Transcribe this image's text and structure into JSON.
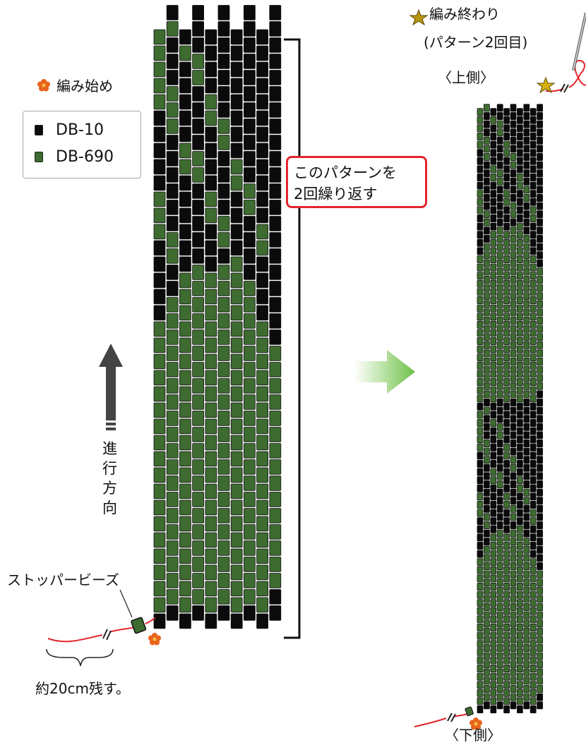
{
  "colors": {
    "black_bead": "#0b0b0b",
    "green_bead": "#3d6b30",
    "thread": "#e3262e",
    "callout_border": "#e3262e",
    "arrow_green": "#7cc45a",
    "star": "#b8960c",
    "flower": "#e8641c"
  },
  "labels": {
    "start": "編み始め",
    "end_line1": "編み終わり",
    "end_line2": "(パターン2回目)",
    "top_side": "〈上側〉",
    "bottom_side": "〈下側〉",
    "callout_line1": "このパターンを",
    "callout_line2": "2回繰り返す",
    "direction": [
      "進",
      "行",
      "方",
      "向"
    ],
    "stopper": "ストッパービーズ",
    "tail": "約20cm残す。"
  },
  "legend": [
    {
      "name": "DB-10",
      "color": "#0b0b0b"
    },
    {
      "name": "DB-690",
      "color": "#3d6b30"
    }
  ],
  "pattern": {
    "columns": 10,
    "rows_per_column": [
      37,
      38,
      37,
      38,
      37,
      38,
      37,
      38,
      37,
      38
    ],
    "offset_columns": [
      1,
      3,
      5,
      7,
      9
    ],
    "green_cells": [
      [
        0,
        1
      ],
      [
        0,
        2
      ],
      [
        0,
        3
      ],
      [
        0,
        4
      ],
      [
        0,
        5
      ],
      [
        0,
        6
      ],
      [
        0,
        7
      ],
      [
        0,
        8
      ],
      [
        0,
        9
      ],
      [
        0,
        10
      ],
      [
        0,
        11
      ],
      [
        0,
        12
      ],
      [
        0,
        13
      ],
      [
        0,
        14
      ],
      [
        0,
        15
      ],
      [
        0,
        16
      ],
      [
        0,
        17
      ],
      [
        0,
        18
      ],
      [
        0,
        24
      ],
      [
        0,
        25
      ],
      [
        0,
        26
      ],
      [
        1,
        1
      ],
      [
        1,
        2
      ],
      [
        1,
        3
      ],
      [
        1,
        4
      ],
      [
        1,
        5
      ],
      [
        1,
        6
      ],
      [
        1,
        7
      ],
      [
        1,
        8
      ],
      [
        1,
        9
      ],
      [
        1,
        10
      ],
      [
        1,
        11
      ],
      [
        1,
        12
      ],
      [
        1,
        13
      ],
      [
        1,
        14
      ],
      [
        1,
        15
      ],
      [
        1,
        16
      ],
      [
        1,
        17
      ],
      [
        1,
        18
      ],
      [
        1,
        19
      ],
      [
        1,
        22
      ],
      [
        1,
        23
      ],
      [
        2,
        1
      ],
      [
        2,
        2
      ],
      [
        2,
        3
      ],
      [
        2,
        4
      ],
      [
        2,
        5
      ],
      [
        2,
        6
      ],
      [
        2,
        7
      ],
      [
        2,
        8
      ],
      [
        2,
        9
      ],
      [
        2,
        10
      ],
      [
        2,
        11
      ],
      [
        2,
        12
      ],
      [
        2,
        13
      ],
      [
        2,
        14
      ],
      [
        2,
        15
      ],
      [
        2,
        16
      ],
      [
        2,
        17
      ],
      [
        2,
        18
      ],
      [
        2,
        19
      ],
      [
        2,
        20
      ],
      [
        2,
        21
      ],
      [
        3,
        1
      ],
      [
        3,
        2
      ],
      [
        3,
        3
      ],
      [
        3,
        4
      ],
      [
        3,
        5
      ],
      [
        3,
        6
      ],
      [
        3,
        7
      ],
      [
        3,
        8
      ],
      [
        3,
        9
      ],
      [
        3,
        10
      ],
      [
        3,
        11
      ],
      [
        3,
        12
      ],
      [
        3,
        13
      ],
      [
        3,
        14
      ],
      [
        3,
        15
      ],
      [
        3,
        16
      ],
      [
        3,
        17
      ],
      [
        3,
        18
      ],
      [
        3,
        19
      ],
      [
        3,
        20
      ],
      [
        3,
        21
      ],
      [
        4,
        1
      ],
      [
        4,
        2
      ],
      [
        4,
        3
      ],
      [
        4,
        4
      ],
      [
        4,
        5
      ],
      [
        4,
        6
      ],
      [
        4,
        7
      ],
      [
        4,
        8
      ],
      [
        4,
        9
      ],
      [
        4,
        10
      ],
      [
        4,
        11
      ],
      [
        4,
        12
      ],
      [
        4,
        13
      ],
      [
        4,
        14
      ],
      [
        4,
        15
      ],
      [
        4,
        16
      ],
      [
        4,
        17
      ],
      [
        4,
        18
      ],
      [
        4,
        19
      ],
      [
        4,
        20
      ],
      [
        4,
        21
      ],
      [
        5,
        1
      ],
      [
        5,
        2
      ],
      [
        5,
        3
      ],
      [
        5,
        4
      ],
      [
        5,
        5
      ],
      [
        5,
        6
      ],
      [
        5,
        7
      ],
      [
        5,
        8
      ],
      [
        5,
        9
      ],
      [
        5,
        10
      ],
      [
        5,
        11
      ],
      [
        5,
        12
      ],
      [
        5,
        13
      ],
      [
        5,
        14
      ],
      [
        5,
        15
      ],
      [
        5,
        16
      ],
      [
        5,
        17
      ],
      [
        5,
        18
      ],
      [
        5,
        19
      ],
      [
        5,
        20
      ],
      [
        5,
        21
      ],
      [
        6,
        1
      ],
      [
        6,
        2
      ],
      [
        6,
        3
      ],
      [
        6,
        4
      ],
      [
        6,
        5
      ],
      [
        6,
        6
      ],
      [
        6,
        7
      ],
      [
        6,
        8
      ],
      [
        6,
        9
      ],
      [
        6,
        10
      ],
      [
        6,
        11
      ],
      [
        6,
        12
      ],
      [
        6,
        13
      ],
      [
        6,
        14
      ],
      [
        6,
        15
      ],
      [
        6,
        16
      ],
      [
        6,
        17
      ],
      [
        6,
        18
      ],
      [
        6,
        19
      ],
      [
        6,
        20
      ],
      [
        7,
        1
      ],
      [
        7,
        2
      ],
      [
        7,
        3
      ],
      [
        7,
        4
      ],
      [
        7,
        5
      ],
      [
        7,
        6
      ],
      [
        7,
        7
      ],
      [
        7,
        8
      ],
      [
        7,
        9
      ],
      [
        7,
        10
      ],
      [
        7,
        11
      ],
      [
        7,
        12
      ],
      [
        7,
        13
      ],
      [
        7,
        14
      ],
      [
        7,
        15
      ],
      [
        7,
        16
      ],
      [
        7,
        17
      ],
      [
        7,
        18
      ],
      [
        7,
        19
      ],
      [
        8,
        1
      ],
      [
        8,
        2
      ],
      [
        8,
        3
      ],
      [
        8,
        4
      ],
      [
        8,
        5
      ],
      [
        8,
        6
      ],
      [
        8,
        7
      ],
      [
        8,
        8
      ],
      [
        8,
        9
      ],
      [
        8,
        10
      ],
      [
        8,
        11
      ],
      [
        8,
        12
      ],
      [
        8,
        13
      ],
      [
        8,
        14
      ],
      [
        8,
        15
      ],
      [
        8,
        16
      ],
      [
        8,
        17
      ],
      [
        8,
        18
      ],
      [
        9,
        2
      ],
      [
        9,
        3
      ],
      [
        9,
        4
      ],
      [
        9,
        5
      ],
      [
        9,
        6
      ],
      [
        9,
        7
      ],
      [
        9,
        8
      ],
      [
        9,
        9
      ],
      [
        9,
        10
      ],
      [
        9,
        11
      ],
      [
        9,
        12
      ],
      [
        9,
        13
      ],
      [
        9,
        14
      ],
      [
        9,
        15
      ],
      [
        9,
        16
      ],
      [
        0,
        32
      ],
      [
        0,
        33
      ],
      [
        0,
        34
      ],
      [
        0,
        35
      ],
      [
        0,
        36
      ],
      [
        1,
        30
      ],
      [
        1,
        31
      ],
      [
        1,
        32
      ],
      [
        2,
        28
      ],
      [
        2,
        29
      ],
      [
        3,
        27
      ],
      [
        3,
        28
      ],
      [
        4,
        25
      ],
      [
        4,
        26
      ],
      [
        5,
        23
      ],
      [
        5,
        24
      ],
      [
        6,
        21
      ],
      [
        6,
        22
      ],
      [
        7,
        19
      ],
      [
        7,
        20
      ],
      [
        8,
        17
      ],
      [
        8,
        18
      ],
      [
        9,
        15
      ],
      [
        9,
        16
      ],
      [
        8,
        23
      ],
      [
        8,
        24
      ],
      [
        7,
        25
      ],
      [
        7,
        26
      ],
      [
        6,
        27
      ],
      [
        6,
        28
      ],
      [
        5,
        29
      ],
      [
        5,
        30
      ],
      [
        4,
        31
      ],
      [
        4,
        32
      ],
      [
        3,
        33
      ],
      [
        3,
        34
      ],
      [
        2,
        35
      ],
      [
        1,
        36
      ]
    ]
  }
}
